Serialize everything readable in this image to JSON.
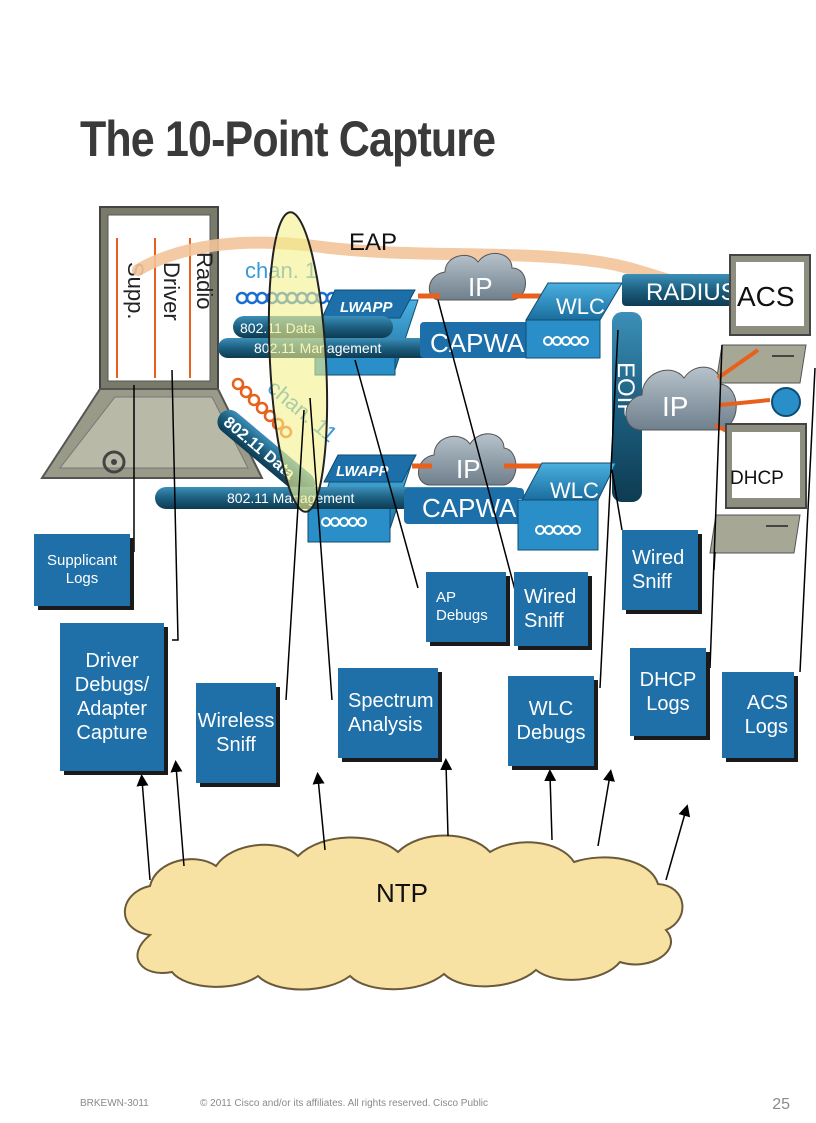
{
  "title": "The 10-Point Capture",
  "diagram": {
    "laptop_layers": {
      "radio": "Radio",
      "driver": "Driver",
      "supplicant": "Supp."
    },
    "eap": "EAP",
    "channel_top": "chan. 1",
    "channel_bottom": "chan. 11",
    "link_data_top": "802.11 Data",
    "link_mgmt_top": "802.11 Management",
    "link_data_bottom": "802.11 Data",
    "link_mgmt_bottom": "802.11 Management",
    "lwapp_top": "LWAPP",
    "lwapp_bottom": "LWAPP",
    "ip_top": "IP",
    "ip_bottom": "IP",
    "ip_right": "IP",
    "capwap_top": "CAPWAP",
    "capwap_bottom": "CAPWAP",
    "wlc_top": "WLC",
    "wlc_bottom": "WLC",
    "radius": "RADIUS",
    "acs": "ACS",
    "dhcp": "DHCP",
    "eoip": "EOIP",
    "ntp": "NTP"
  },
  "capture_points": {
    "supplicant_logs": "Supplicant\nLogs",
    "driver_debugs": "Driver\nDebugs/\nAdapter\nCapture",
    "wireless_sniff": "Wireless\nSniff",
    "spectrum_analysis": "Spectrum\nAnalysis",
    "ap_debugs": "AP\nDebugs",
    "wired_sniff_ap": "Wired\nSniff",
    "wired_sniff_wlc": "Wired\nSniff",
    "wlc_debugs": "WLC\nDebugs",
    "dhcp_logs": "DHCP\nLogs",
    "acs_logs": "ACS\nLogs"
  },
  "footer": {
    "session": "BRKEWN-3011",
    "copyright": "© 2011 Cisco and/or its affiliates. All rights reserved.",
    "classification": "Cisco Public",
    "page": "25"
  },
  "colors": {
    "box_blue": "#1f6fa8",
    "pipe_blue": "#1c5f80",
    "device_blue": "#2a8fc8",
    "eap_orange": "#f2c49a",
    "link_orange": "#e8601c",
    "cloud_gray": "#8a9aa8",
    "ntp_cloud": "#f7e2a3",
    "ellipse_yellow": "#f4f08a"
  }
}
